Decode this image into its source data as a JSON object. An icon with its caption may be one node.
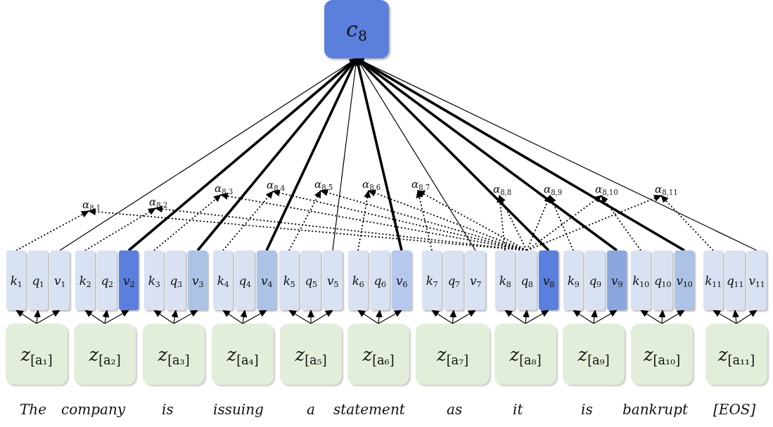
{
  "diagram": {
    "nodes": [
      {
        "text": [
          "*c*$_{8}$"
        ]
      },
      {
        "text": [
          "*α*$_{8,1}$"
        ]
      },
      {
        "text": [
          "*α*$_{8,2}$"
        ]
      },
      {
        "text": [
          "*α*$_{8,3}$"
        ]
      },
      {
        "text": [
          "*α*$_{8,4}$"
        ]
      },
      {
        "text": [
          "*α*$_{8,5}$"
        ]
      },
      {
        "text": [
          "*α*$_{8,6}$"
        ]
      },
      {
        "text": [
          "*α*$_{8,7}$"
        ]
      },
      {
        "text": [
          "*α*$_{8,8}$"
        ]
      },
      {
        "text": [
          "*α*$_{8,9}$"
        ]
      },
      {
        "text": [
          "*α*$_{8,10}$"
        ]
      },
      {
        "text": [
          "*α*$_{8,11}$"
        ]
      },
      {
        "text": [
          "*k*$_{1}$"
        ]
      },
      {
        "text": [
          "*q*$_{1}$"
        ]
      },
      {
        "text": [
          "*v*$_{1}$"
        ]
      },
      {
        "text": [
          "*k*$_{2}$"
        ]
      },
      {
        "text": [
          "*q*$_{2}$"
        ]
      },
      {
        "text": [
          "*v*$_{2}$"
        ]
      },
      {
        "text": [
          "*k*$_{3}$"
        ]
      },
      {
        "text": [
          "*q*$_{3}$"
        ]
      },
      {
        "text": [
          "*v*$_{3}$"
        ]
      },
      {
        "text": [
          "*k*$_{4}$"
        ]
      },
      {
        "text": [
          "*q*$_{4}$"
        ]
      },
      {
        "text": [
          "*v*$_{4}$"
        ]
      },
      {
        "text": [
          "*k*$_{5}$"
        ]
      },
      {
        "text": [
          "*q*$_{5}$"
        ]
      },
      {
        "text": [
          "*v*$_{5}$"
        ]
      },
      {
        "text": [
          "*k*$_{6}$"
        ]
      },
      {
        "text": [
          "*q*$_{6}$"
        ]
      },
      {
        "text": [
          "*v*$_{6}$"
        ]
      },
      {
        "text": [
          "*k*$_{7}$"
        ]
      },
      {
        "text": [
          "*q*$_{7}$"
        ]
      },
      {
        "text": [
          "*v*$_{7}$"
        ]
      },
      {
        "text": [
          "*k*$_{8}$"
        ]
      },
      {
        "text": [
          "*q*$_{8}$"
        ]
      },
      {
        "text": [
          "*v*$_{8}$"
        ]
      },
      {
        "text": [
          "*k*$_{9}$"
        ]
      },
      {
        "text": [
          "*q*$_{9}$"
        ]
      },
      {
        "text": [
          "*v*$_{9}$"
        ]
      },
      {
        "text": [
          "*k*$_{10}$"
        ]
      },
      {
        "text": [
          "*q*$_{10}$"
        ]
      },
      {
        "text": [
          "*v*$_{10}$"
        ]
      },
      {
        "text": [
          "*k*$_{11}$"
        ]
      },
      {
        "text": [
          "*q*$_{11}$"
        ]
      },
      {
        "text": [
          "*v*$_{11}$"
        ]
      },
      {
        "text": [
          "*z*$_{[a₁]}$"
        ]
      },
      {
        "text": [
          "*z*$_{[a₂]}$"
        ]
      },
      {
        "text": [
          "*z*$_{[a₃]}$"
        ]
      },
      {
        "text": [
          "*z*$_{[a₄]}$"
        ]
      },
      {
        "text": [
          "*z*$_{[a₅]}$"
        ]
      },
      {
        "text": [
          "*z*$_{[a₆]}$"
        ]
      },
      {
        "text": [
          "*z*$_{[a₇]}$"
        ]
      },
      {
        "text": [
          "*z*$_{[a₈]}$"
        ]
      },
      {
        "text": [
          "*z*$_{[a₉]}$"
        ]
      },
      {
        "text": [
          "*z*$_{[a₁₀]}$"
        ]
      },
      {
        "text": [
          "*z*$_{[a₁₁]}$"
        ]
      }
    ],
    "edges": [
      {
        "from": 14,
        "to": 0,
        "arrow": "to"
      },
      {
        "from": 17,
        "to": 0,
        "arrow": "to",
        "style": "thick"
      },
      {
        "from": 20,
        "to": 0,
        "arrow": "to",
        "style": "thick"
      },
      {
        "from": 23,
        "to": 0,
        "arrow": "to",
        "style": "thick"
      },
      {
        "from": 26,
        "to": 0,
        "arrow": "to"
      },
      {
        "from": 29,
        "to": 0,
        "arrow": "to",
        "style": "thick"
      },
      {
        "from": 32,
        "to": 0,
        "arrow": "to"
      },
      {
        "from": 35,
        "to": 0,
        "arrow": "to",
        "style": "thick"
      },
      {
        "from": 38,
        "to": 0,
        "arrow": "to",
        "style": "thick"
      },
      {
        "from": 41,
        "to": 0,
        "arrow": "to",
        "style": "thick"
      },
      {
        "from": 44,
        "to": 0,
        "arrow": "to"
      },
      {
        "from": 12,
        "to": 1,
        "arrow": "to",
        "style": "dashed"
      },
      {
        "from": 15,
        "to": 2,
        "arrow": "to",
        "style": "dashed"
      },
      {
        "from": 18,
        "to": 3,
        "arrow": "to",
        "style": "dashed"
      },
      {
        "from": 21,
        "to": 4,
        "arrow": "to",
        "style": "dashed"
      },
      {
        "from": 24,
        "to": 5,
        "arrow": "to",
        "style": "dashed"
      },
      {
        "from": 27,
        "to": 6,
        "arrow": "to",
        "style": "dashed"
      },
      {
        "from": 30,
        "to": 7,
        "arrow": "to",
        "style": "dashed"
      },
      {
        "from": 33,
        "to": 8,
        "arrow": "to",
        "style": "dashed"
      },
      {
        "from": 36,
        "to": 9,
        "arrow": "to",
        "style": "dashed"
      },
      {
        "from": 39,
        "to": 10,
        "arrow": "to",
        "style": "dashed"
      },
      {
        "from": 42,
        "to": 11,
        "arrow": "to",
        "style": "dashed"
      },
      {
        "from": 34,
        "to": 1,
        "arrow": "to",
        "style": "dashed"
      },
      {
        "from": 34,
        "to": 2,
        "arrow": "to",
        "style": "dashed"
      },
      {
        "from": 34,
        "to": 3,
        "arrow": "to",
        "style": "dashed"
      },
      {
        "from": 34,
        "to": 4,
        "arrow": "to",
        "style": "dashed"
      },
      {
        "from": 34,
        "to": 5,
        "arrow": "to",
        "style": "dashed"
      },
      {
        "from": 34,
        "to": 6,
        "arrow": "to",
        "style": "dashed"
      },
      {
        "from": 34,
        "to": 7,
        "arrow": "to",
        "style": "dashed"
      },
      {
        "from": 34,
        "to": 8,
        "arrow": "to",
        "style": "dashed"
      },
      {
        "from": 34,
        "to": 9,
        "arrow": "to",
        "style": "dashed"
      },
      {
        "from": 34,
        "to": 10,
        "arrow": "to",
        "style": "dashed"
      },
      {
        "from": 34,
        "to": 11,
        "arrow": "to",
        "style": "dashed"
      },
      {
        "from": 45,
        "to": 12,
        "arrow": "to"
      },
      {
        "from": 45,
        "to": 13,
        "arrow": "to"
      },
      {
        "from": 45,
        "to": 14,
        "arrow": "to"
      },
      {
        "from": 46,
        "to": 15,
        "arrow": "to"
      },
      {
        "from": 46,
        "to": 16,
        "arrow": "to"
      },
      {
        "from": 46,
        "to": 17,
        "arrow": "to"
      },
      {
        "from": 47,
        "to": 18,
        "arrow": "to"
      },
      {
        "from": 47,
        "to": 19,
        "arrow": "to"
      },
      {
        "from": 47,
        "to": 20,
        "arrow": "to"
      },
      {
        "from": 48,
        "to": 21,
        "arrow": "to"
      },
      {
        "from": 48,
        "to": 22,
        "arrow": "to"
      },
      {
        "from": 48,
        "to": 23,
        "arrow": "to"
      },
      {
        "from": 49,
        "to": 24,
        "arrow": "to"
      },
      {
        "from": 49,
        "to": 25,
        "arrow": "to"
      },
      {
        "from": 49,
        "to": 26,
        "arrow": "to"
      },
      {
        "from": 50,
        "to": 27,
        "arrow": "to"
      },
      {
        "from": 50,
        "to": 28,
        "arrow": "to"
      },
      {
        "from": 50,
        "to": 29,
        "arrow": "to"
      },
      {
        "from": 51,
        "to": 30,
        "arrow": "to"
      },
      {
        "from": 51,
        "to": 31,
        "arrow": "to"
      },
      {
        "from": 51,
        "to": 32,
        "arrow": "to"
      },
      {
        "from": 52,
        "to": 33,
        "arrow": "to"
      },
      {
        "from": 52,
        "to": 34,
        "arrow": "to"
      },
      {
        "from": 52,
        "to": 35,
        "arrow": "to"
      },
      {
        "from": 53,
        "to": 36,
        "arrow": "to"
      },
      {
        "from": 53,
        "to": 37,
        "arrow": "to"
      },
      {
        "from": 53,
        "to": 38,
        "arrow": "to"
      },
      {
        "from": 54,
        "to": 39,
        "arrow": "to"
      },
      {
        "from": 54,
        "to": 40,
        "arrow": "to"
      },
      {
        "from": 54,
        "to": 41,
        "arrow": "to"
      },
      {
        "from": 55,
        "to": 42,
        "arrow": "to"
      },
      {
        "from": 55,
        "to": 43,
        "arrow": "to"
      },
      {
        "from": 55,
        "to": 44,
        "arrow": "to"
      }
    ],
    "labels": [
      "The",
      "company",
      "is",
      "issuing",
      "a",
      "statement",
      "as",
      "it",
      "is",
      "bankrupt",
      "[EOS]"
    ]
  }
}
